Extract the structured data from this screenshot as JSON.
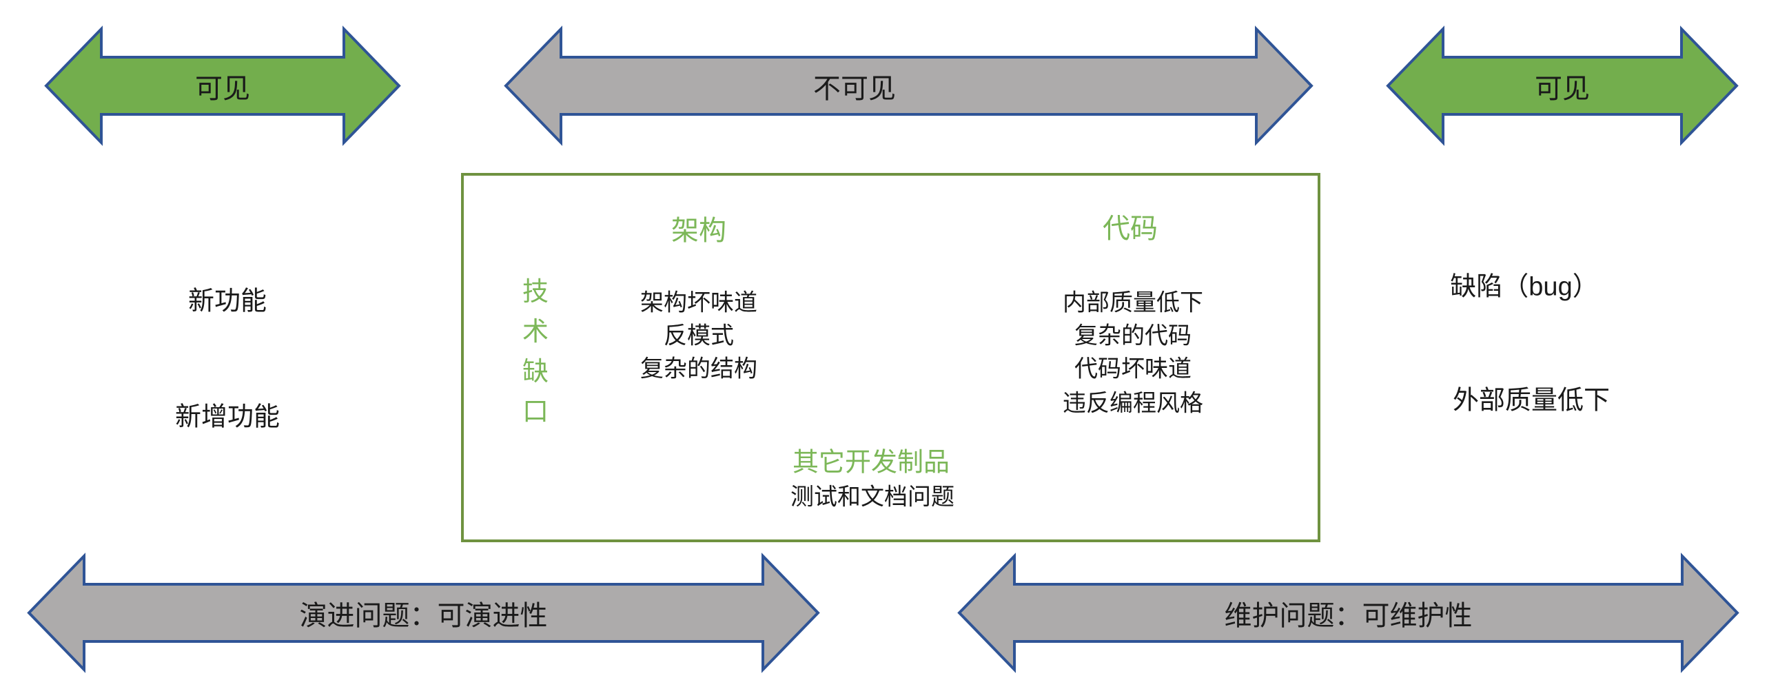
{
  "diagram": {
    "arrows": {
      "top_left": {
        "label": "可见"
      },
      "top_middle": {
        "label": "不可见"
      },
      "top_right": {
        "label": "可见"
      },
      "bottom_left": {
        "label": "演进问题：可演进性"
      },
      "bottom_right": {
        "label": "维护问题：可维护性"
      }
    },
    "left_side": {
      "line1": "新功能",
      "line2": "新增功能"
    },
    "right_side": {
      "line1": "缺陷（bug）",
      "line2": "外部质量低下"
    },
    "box": {
      "vertical_label": "技术缺口",
      "architecture": {
        "heading": "架构",
        "items": [
          "架构坏味道",
          "反模式",
          "复杂的结构"
        ]
      },
      "code": {
        "heading": "代码",
        "items": [
          "内部质量低下",
          "复杂的代码",
          "代码坏味道",
          "违反编程风格"
        ]
      },
      "other_artifacts": {
        "heading": "其它开发制品",
        "items": [
          "测试和文档问题"
        ]
      }
    },
    "colors": {
      "visible_arrow_fill": "#73AE4D",
      "invisible_arrow_fill": "#ADABAB",
      "arrow_border": "#2F5496",
      "box_border": "#6F9240",
      "green_text": "#7CB758",
      "text_color": "#1A1A1A"
    }
  }
}
